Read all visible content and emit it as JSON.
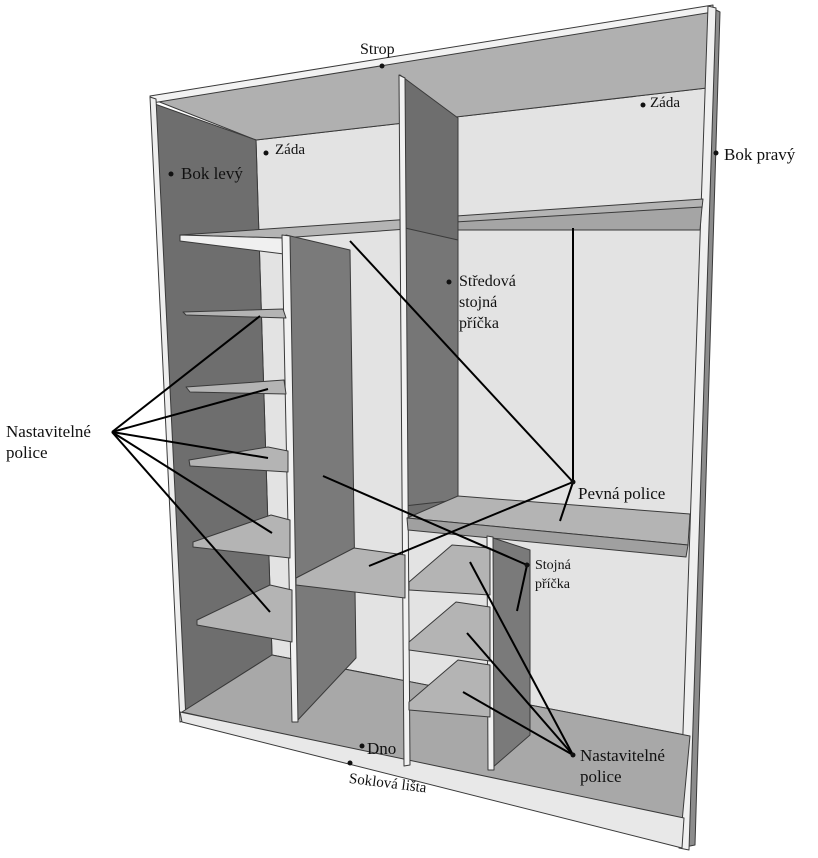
{
  "diagram": {
    "labels": {
      "strop": "Strop",
      "zada_left": "Záda",
      "zada_right": "Záda",
      "bok_levy": "Bok levý",
      "bok_pravy": "Bok pravý",
      "stredova_line1": "Středová",
      "stredova_line2": "stojná",
      "stredova_line3": "příčka",
      "nastavitelne_left_line1": "Nastavitelné",
      "nastavitelne_left_line2": "police",
      "pevna_police": "Pevná police",
      "stojna_line1": "Stojná",
      "stojna_line2": "příčka",
      "nastavitelne_right_line1": "Nastavitelné",
      "nastavitelne_right_line2": "police",
      "dno": "Dno",
      "soklova_lista": "Soklová lišta"
    },
    "colors": {
      "outline": "#3a3a3a",
      "panel_light": "#c9c9c9",
      "panel_mid": "#a8a8a8",
      "panel_dark": "#6e6e6e",
      "back_panel": "#e3e3e3",
      "shelf_top": "#b4b4b4",
      "edge": "#f2f2f2",
      "leader": "#000000"
    }
  }
}
